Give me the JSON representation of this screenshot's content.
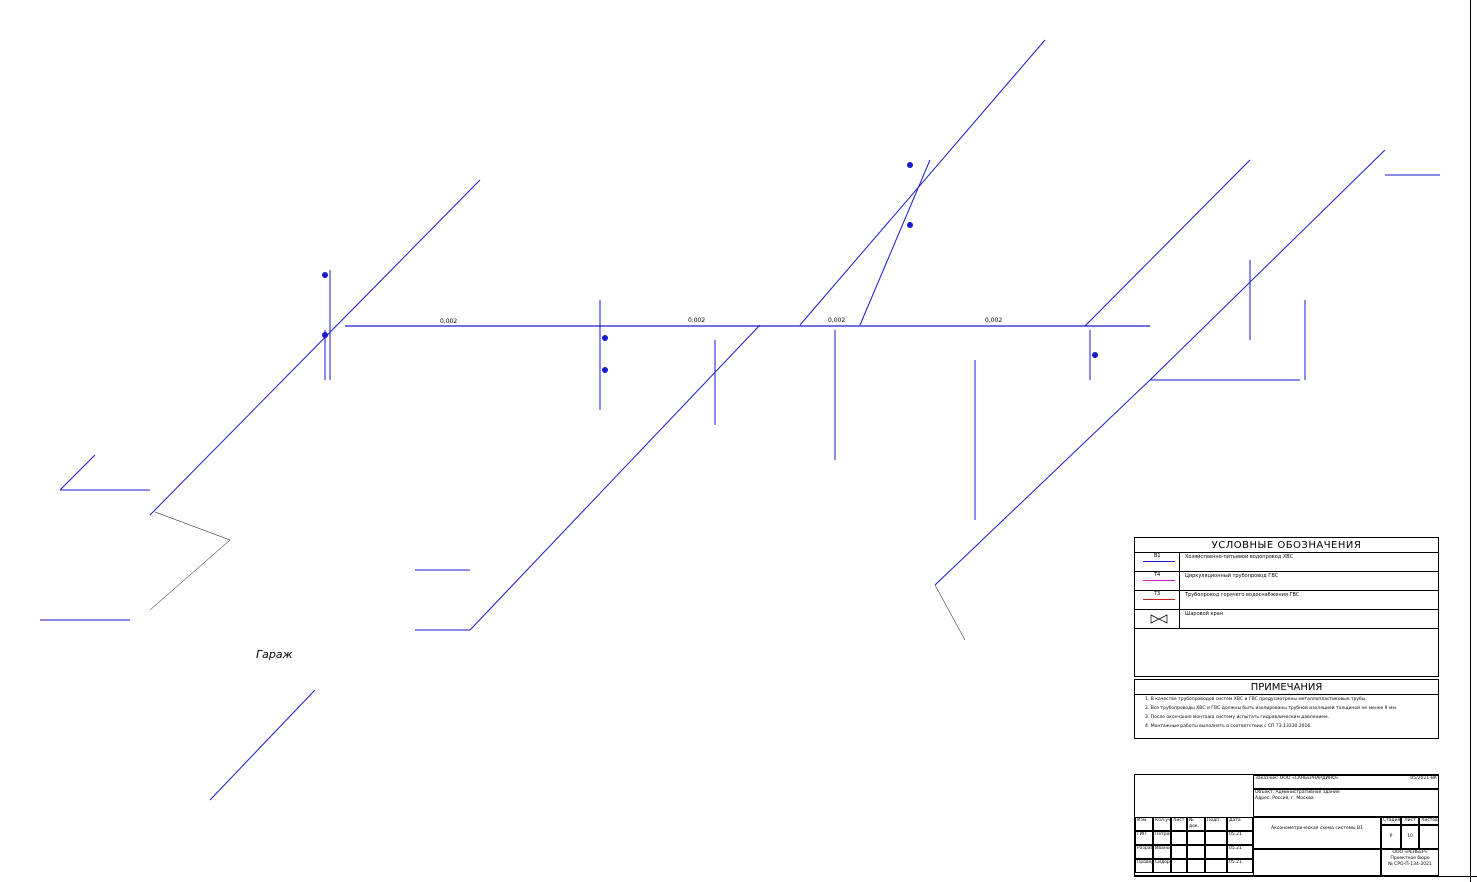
{
  "garage_label": "Гараж",
  "slope": "0,002",
  "legend": {
    "title": "УСЛОВНЫЕ ОБОЗНАЧЕНИЯ",
    "items": [
      {
        "code": "В1",
        "color": "#1a1acc",
        "text": "Хозяйственно-питьевой водопровод ХВС"
      },
      {
        "code": "Т4",
        "color": "#cc1acc",
        "text": "Циркуляционный трубопровод ГВС"
      },
      {
        "code": "Т3",
        "color": "#cc1a1a",
        "text": "Трубопровод горячего водоснабжения ГВС"
      },
      {
        "code": "",
        "color": "#000000",
        "text": "Шаровой кран"
      }
    ]
  },
  "notes": {
    "title": "ПРИМЕЧАНИЯ",
    "items": [
      "1. В качестве трубопроводов систем ХВС и ГВС предусмотрены металлопластиковые трубы.",
      "2. Все трубопроводы ХВС и ГВС должны быть изолированы трубной изоляцией толщиной не менее 9 мм.",
      "3. После окончания монтажа систему испытать гидравлическим давлением.",
      "4. Монтажные работы выполнять в соответствии с СП 73.13330.2016."
    ]
  },
  "stamp": {
    "customer_line": "Заказчик: ООО «САНБЕРНАРДИНО»",
    "project_code": "05/2021-ВК",
    "object_line": "Объект: Административное здание",
    "address_line": "Адрес: Россия, г. Москва",
    "sheet_title": "Аксонометрическая схема системы В1",
    "stage_header": "Стадия",
    "sheet_header": "Лист",
    "sheets_header": "Листов",
    "stage": "Р",
    "sheet": "10",
    "org_line1": "ООО «РЕНЬЕР»",
    "org_line2": "Проектное бюро",
    "org_line3": "№ СРО-П-134-2021",
    "rows": [
      {
        "role": "Изм.",
        "name": "Кол.уч",
        "n2": "Лист",
        "n3": "№ док.",
        "sign": "Подп.",
        "date": "Дата"
      },
      {
        "role": "ГИП",
        "name": "Петров",
        "n2": "",
        "n3": "",
        "sign": "",
        "date": "05.21"
      },
      {
        "role": "Разработал",
        "name": "Иванов",
        "n2": "",
        "n3": "",
        "sign": "",
        "date": "05.21"
      },
      {
        "role": "Проверил",
        "name": "Сидоров",
        "n2": "",
        "n3": "",
        "sign": "",
        "date": "05.21"
      }
    ]
  }
}
